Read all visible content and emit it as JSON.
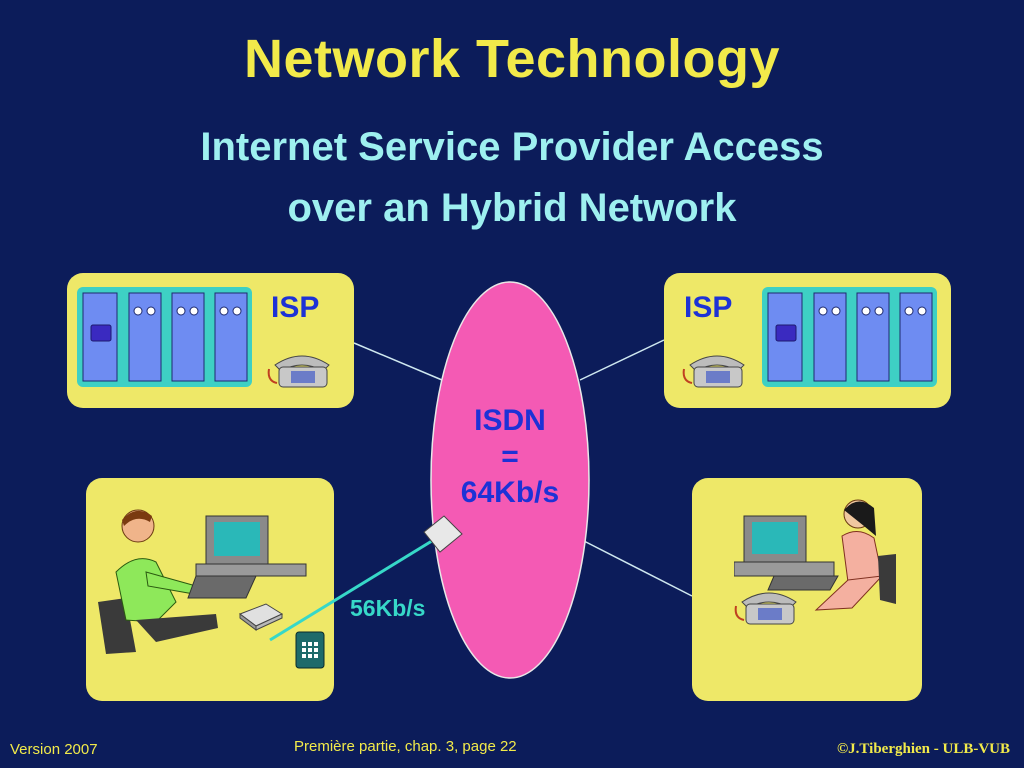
{
  "title": "Network Technology",
  "subtitle": {
    "line1": "Internet Service Provider Access",
    "line2": "over an Hybrid Network"
  },
  "isp_left": {
    "label": "ISP"
  },
  "isp_right": {
    "label": "ISP"
  },
  "network": {
    "name": "ISDN",
    "equals": "=",
    "speed": "64Kb/s"
  },
  "modem_link": {
    "speed": "56Kb/s"
  },
  "footer": {
    "version": "Version 2007",
    "page": "Première partie, chap. 3, page  22",
    "copyright": "©J.Tiberghien - ULB-VUB"
  },
  "colors": {
    "background": "#0c1c5a",
    "title": "#f2ea4a",
    "subtitle": "#9ef0f0",
    "panel": "#eee868",
    "ellipse": "#f45ab4",
    "label": "#1d32d6",
    "link": "#37d8c8"
  },
  "icons": [
    "server-rack-icon",
    "telephone-icon",
    "computer-icon",
    "modem-icon",
    "man-user-icon",
    "woman-user-icon"
  ]
}
